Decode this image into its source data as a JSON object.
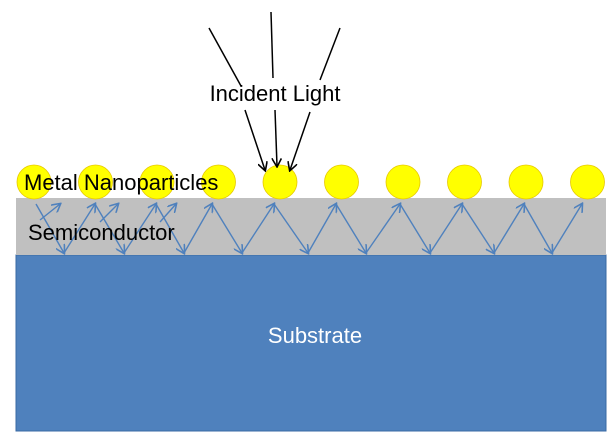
{
  "labels": {
    "incident_light": "Incident Light",
    "metal_nanoparticles": "Metal Nanoparticles",
    "semiconductor": "Semiconductor",
    "substrate": "Substrate"
  },
  "colors": {
    "substrate": "#4f81bd",
    "substrate_edge": "#3a6aa4",
    "semiconductor": "#c0c0c0",
    "nanoparticle": "#ffff00",
    "nanoparticle_edge": "#e6c800",
    "light_ray": "#000000",
    "reflection_arrow": "#4f81bd"
  },
  "nanoparticle_count": 10,
  "incident_ray_count": 3
}
